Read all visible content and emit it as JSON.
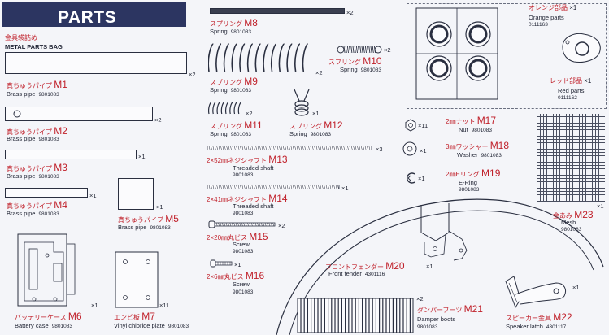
{
  "header": {
    "title": "PARTS"
  },
  "bag": {
    "jp": "金具袋詰め",
    "en": "METAL PARTS BAG"
  },
  "common": {
    "no_code": "9801083"
  },
  "parts": {
    "m1": {
      "jp": "真ちゅうパイプ",
      "code": "M1",
      "en": "Brass pipe",
      "num": "9801083",
      "qty": "×2"
    },
    "m2": {
      "jp": "真ちゅうパイプ",
      "code": "M2",
      "en": "Brass pipe",
      "num": "9801083",
      "qty": "×2"
    },
    "m3": {
      "jp": "真ちゅうパイプ",
      "code": "M3",
      "en": "Brass pipe",
      "num": "9801083",
      "qty": "×1"
    },
    "m4": {
      "jp": "真ちゅうパイプ",
      "code": "M4",
      "en": "Brass pipe",
      "num": "9801083",
      "qty": "×1"
    },
    "m5": {
      "jp": "真ちゅうパイプ",
      "code": "M5",
      "en": "Brass pipe",
      "num": "9801083",
      "qty": "×1"
    },
    "m6": {
      "jp": "バッテリーケース",
      "code": "M6",
      "en": "Battery case",
      "num": "9801083",
      "qty": "×1"
    },
    "m7": {
      "jp": "エンビ板",
      "code": "M7",
      "en": "Vinyl chloride plate",
      "num": "9801083",
      "qty": "×11"
    },
    "m8": {
      "jp": "スプリング",
      "code": "M8",
      "en": "Spring",
      "num": "9801083",
      "qty": "×2"
    },
    "m9": {
      "jp": "スプリング",
      "code": "M9",
      "en": "Spring",
      "num": "9801083",
      "qty": "×2"
    },
    "m10": {
      "jp": "スプリング",
      "code": "M10",
      "en": "Spring",
      "num": "9801083",
      "qty": "×2"
    },
    "m11": {
      "jp": "スプリング",
      "code": "M11",
      "en": "Spring",
      "num": "9801083",
      "qty": "×2"
    },
    "m12": {
      "jp": "スプリング",
      "code": "M12",
      "en": "Spring",
      "num": "9801083",
      "qty": "×1"
    },
    "m13": {
      "jp": "2×52㎜ネジシャフト",
      "code": "M13",
      "en": "Threaded shaft",
      "num": "9801083",
      "qty": "×3"
    },
    "m14": {
      "jp": "2×41㎜ネジシャフト",
      "code": "M14",
      "en": "Threaded shaft",
      "num": "9801083",
      "qty": "×1"
    },
    "m15": {
      "jp": "2×20㎜丸ビス",
      "code": "M15",
      "en": "Screw",
      "num": "9801083",
      "qty": "×2"
    },
    "m16": {
      "jp": "2×6㎜丸ビス",
      "code": "M16",
      "en": "Screw",
      "num": "9801083",
      "qty": "×1"
    },
    "m17": {
      "jp": "2㎜ナット",
      "code": "M17",
      "en": "Nut",
      "num": "9801083",
      "qty": "×11"
    },
    "m18": {
      "jp": "3㎜ワッシャー",
      "code": "M18",
      "en": "Washer",
      "num": "9801083",
      "qty": "×1"
    },
    "m19": {
      "jp": "2㎜Eリング",
      "code": "M19",
      "en": "E-Ring",
      "num": "9801083",
      "qty": "×1"
    },
    "m20": {
      "jp": "フロントフェンダー",
      "code": "M20",
      "en": "Front fender",
      "num": "4301116",
      "qty": "×1"
    },
    "m21": {
      "jp": "ダンパーブーツ",
      "code": "M21",
      "en": "Damper boots",
      "num": "9801083",
      "qty": "×2"
    },
    "m22": {
      "jp": "スピーカー金具",
      "code": "M22",
      "en": "Speaker latch",
      "num": "4301117",
      "qty": "×1"
    },
    "m23": {
      "jp": "金あみ",
      "code": "M23",
      "en": "Mesh",
      "num": "9801083",
      "qty": "×1"
    },
    "orange": {
      "jp": "オレンジ部品",
      "en": "Orange parts",
      "num": "0111163",
      "qty": "×1"
    },
    "red": {
      "jp": "レッド部品",
      "en": "Red parts",
      "num": "0111162",
      "qty": "×1"
    }
  },
  "colors": {
    "title_bg": "#2c3561",
    "label_red": "#c0202a",
    "ink": "#1c2030"
  }
}
